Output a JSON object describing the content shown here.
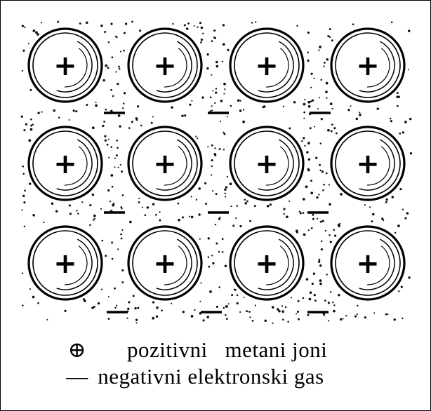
{
  "diagram": {
    "rows": 3,
    "cols": 4,
    "ion_symbol": "+",
    "electron_symbol": "—"
  },
  "legend": {
    "positive_symbol": "⊕",
    "positive_word": "pozitivni",
    "positive_text": "metani joni",
    "negative_symbol": "—",
    "negative_text": "negativni elektronski gas"
  }
}
